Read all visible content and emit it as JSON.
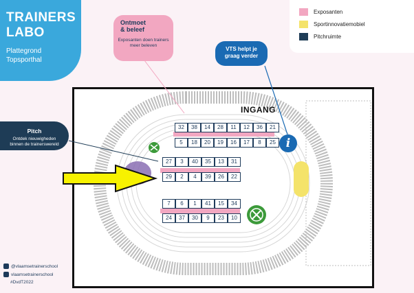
{
  "header": {
    "title_line1": "TRAINERS",
    "title_line2": "LABO",
    "subtitle_line1": "Plattegrond",
    "subtitle_line2": "Topsporthal"
  },
  "legend": {
    "items": [
      {
        "label": "Exposanten",
        "color": "#f2a7c1"
      },
      {
        "label": "Sportinnovatiemobiel",
        "color": "#f4e36a"
      },
      {
        "label": "Pitchruimte",
        "color": "#1e3c56"
      }
    ]
  },
  "callouts": {
    "ontmoet": {
      "title_line1": "Ontmoet",
      "title_line2": "& beleef",
      "desc_line1": "Exposanten doen trainers",
      "desc_line2": "meer beleven"
    },
    "vts": {
      "line1": "VTS helpt je",
      "line2": "graag verder"
    },
    "pitch": {
      "title": "Pitch",
      "desc_line1": "Ontdek nieuwigheden",
      "desc_line2": "binnen de trainerswereld"
    }
  },
  "map": {
    "entrance_label": "INGANG",
    "info_symbol": "i",
    "rows": [
      {
        "booths": [
          "32",
          "38",
          "14",
          "28",
          "11",
          "12",
          "36",
          "21"
        ]
      },
      {
        "booths": [
          "5",
          "18",
          "20",
          "19",
          "16",
          "17",
          "8",
          "25"
        ]
      },
      {
        "booths": [
          "27",
          "3",
          "40",
          "35",
          "13",
          "31"
        ]
      },
      {
        "booths": [
          "29",
          "2",
          "4",
          "39",
          "26",
          "22"
        ]
      },
      {
        "booths": [
          "7",
          "6",
          "1",
          "41",
          "15",
          "34"
        ]
      },
      {
        "booths": [
          "24",
          "37",
          "30",
          "9",
          "23",
          "10"
        ]
      }
    ],
    "colors": {
      "exposanten": "#f2a7c1",
      "mobiel": "#f4e36a",
      "pitch": "#1e3c56",
      "info": "#1a6ab3",
      "arrow": "#f7f200"
    }
  },
  "social": {
    "instagram": "@vlaamsetrainerschool",
    "facebook": "vlaamsetrainerschool",
    "hashtag": "#DvdT2022"
  }
}
